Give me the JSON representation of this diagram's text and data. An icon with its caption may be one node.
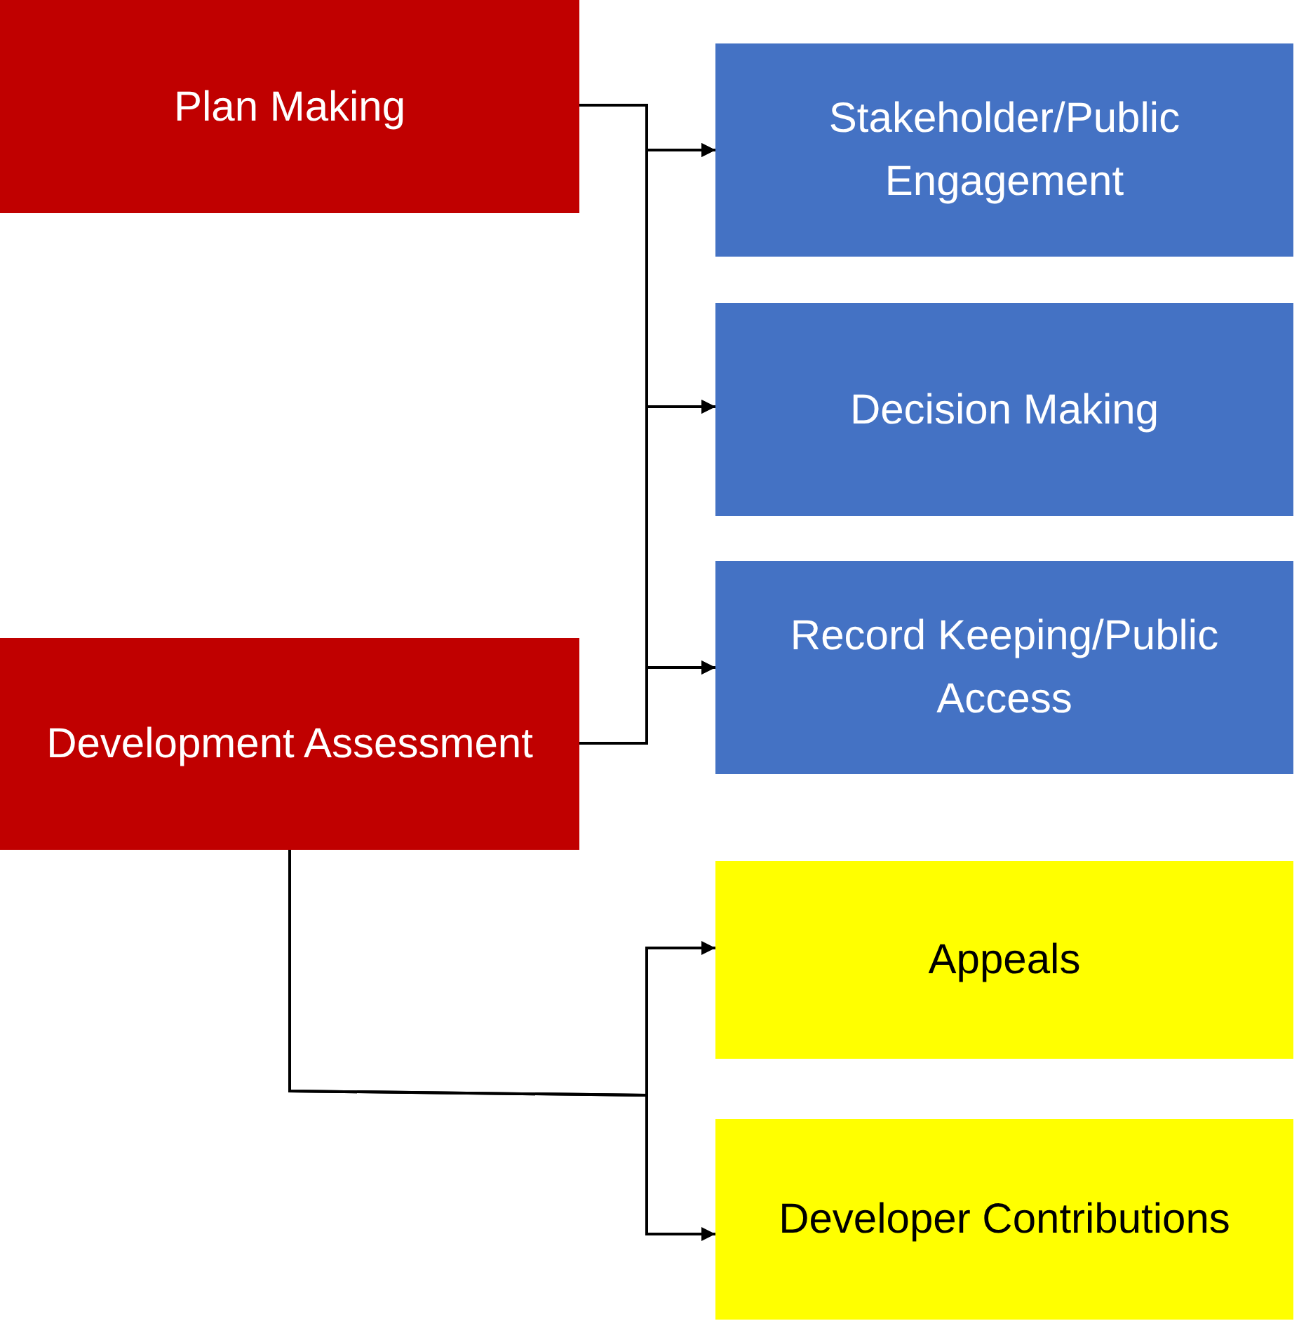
{
  "diagram": {
    "nodes": [
      {
        "text": [
          "Plan Making"
        ]
      },
      {
        "text": [
          "Stakeholder/Public Engagement"
        ]
      },
      {
        "text": [
          "Decision Making"
        ]
      },
      {
        "text": [
          "Record Keeping/Public Access"
        ]
      },
      {
        "text": [
          "Development Assessment"
        ]
      },
      {
        "text": [
          "Appeals"
        ]
      },
      {
        "text": [
          "Developer Contributions"
        ]
      }
    ],
    "edges": [
      {
        "from": 0,
        "to": 1,
        "arrow": "to"
      },
      {
        "from": 0,
        "to": 2,
        "arrow": "to"
      },
      {
        "from": 0,
        "to": 3,
        "arrow": "to"
      },
      {
        "from": 4,
        "to": 1,
        "arrow": "to"
      },
      {
        "from": 4,
        "to": 2,
        "arrow": "to"
      },
      {
        "from": 4,
        "to": 3,
        "arrow": "to"
      },
      {
        "from": 4,
        "to": 5,
        "arrow": "to"
      },
      {
        "from": 4,
        "to": 6,
        "arrow": "to"
      }
    ]
  }
}
